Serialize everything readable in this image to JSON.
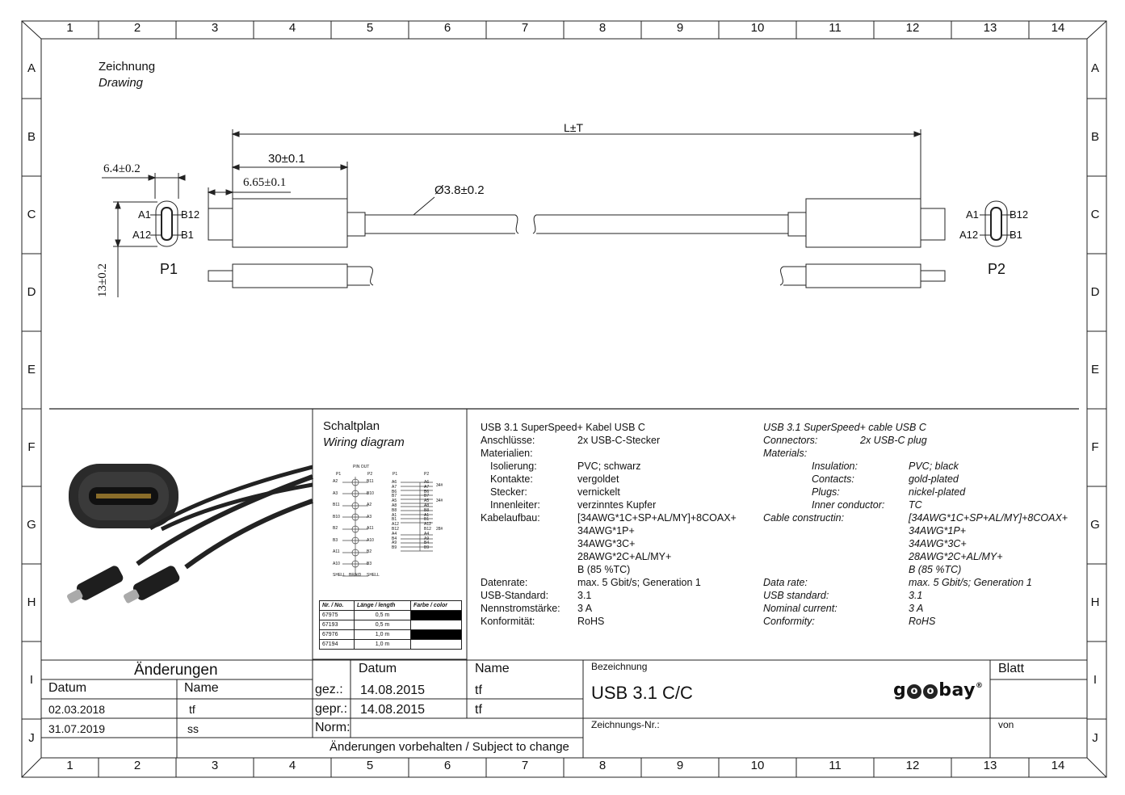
{
  "frame": {
    "columns": [
      "1",
      "2",
      "3",
      "4",
      "5",
      "6",
      "7",
      "8",
      "9",
      "10",
      "11",
      "12",
      "13",
      "14"
    ],
    "rows": [
      "A",
      "B",
      "C",
      "D",
      "E",
      "F",
      "G",
      "H",
      "I",
      "J"
    ]
  },
  "drawing": {
    "title_de": "Zeichnung",
    "title_en": "Drawing",
    "dim_length": "L±T",
    "dim_30": "30±0.1",
    "dim_665": "6.65±0.1",
    "dim_64": "6.4±0.2",
    "dim_13": "13±0.2",
    "dim_dia": "Ø3.8±0.2",
    "pin_a1": "A1",
    "pin_a12": "A12",
    "pin_b12": "B12",
    "pin_b1": "B1",
    "p1": "P1",
    "p2": "P2"
  },
  "wiring": {
    "title_de": "Schaltplan",
    "title_en": "Wiring diagram",
    "pin_out": "PIN OUT",
    "left_p1": "P1",
    "left_p2": "P2",
    "right_p1": "P1",
    "right_p2": "P2",
    "rows": [
      {
        "l": "A2",
        "r": "B11"
      },
      {
        "l": "A3",
        "r": "B10"
      },
      {
        "l": "B11",
        "r": "A2"
      },
      {
        "l": "B10",
        "r": "A3"
      },
      {
        "l": "B2",
        "r": "A11"
      },
      {
        "l": "B3",
        "r": "A10"
      },
      {
        "l": "A11",
        "r": "B2"
      },
      {
        "l": "A10",
        "r": "B3"
      },
      {
        "l": "SHELL",
        "r": "SHELL"
      }
    ],
    "braid": "BRAID",
    "right_pairs": [
      [
        "A6",
        "A6"
      ],
      [
        "A7",
        "A7"
      ],
      [
        "B6",
        "B6"
      ],
      [
        "B7",
        "B7"
      ],
      [
        "A5",
        "A5"
      ],
      [
        "A8",
        "A8"
      ],
      [
        "B8",
        "B8"
      ],
      [
        "A1",
        "A1"
      ],
      [
        "B1",
        "B1"
      ],
      [
        "A12",
        "A12"
      ],
      [
        "B12",
        "B12"
      ],
      [
        "A4",
        "A4"
      ],
      [
        "B4",
        "A9"
      ],
      [
        "A9",
        "B4"
      ],
      [
        "B9",
        "B9"
      ]
    ],
    "right_labels": [
      "34# ",
      "34#",
      "28#"
    ],
    "length_table": {
      "headers": [
        "Nr. / No.",
        "Länge / length",
        "Farbe / color"
      ],
      "rows": [
        {
          "nr": "67975",
          "len": "0,5 m",
          "color": "black"
        },
        {
          "nr": "67193",
          "len": "0,5 m",
          "color": "white"
        },
        {
          "nr": "67976",
          "len": "1,0 m",
          "color": "black"
        },
        {
          "nr": "67194",
          "len": "1,0 m",
          "color": "white"
        }
      ]
    }
  },
  "spec_de": {
    "title": "USB 3.1 SuperSpeed+ Kabel USB C",
    "rows": [
      {
        "k": "Anschlüsse:",
        "v": "2x USB-C-Stecker"
      },
      {
        "k": "Materialien:",
        "v": ""
      },
      {
        "k": "Isolierung:",
        "v": "PVC; schwarz"
      },
      {
        "k": "Kontakte:",
        "v": "vergoldet"
      },
      {
        "k": "Stecker:",
        "v": "vernickelt"
      },
      {
        "k": "Innenleiter:",
        "v": "verzinntes Kupfer"
      },
      {
        "k": "Kabelaufbau:",
        "v": "[34AWG*1C+SP+AL/MY]+8COAX+"
      },
      {
        "k": "",
        "v": "34AWG*1P+"
      },
      {
        "k": "",
        "v": "34AWG*3C+"
      },
      {
        "k": "",
        "v": "28AWG*2C+AL/MY+"
      },
      {
        "k": "",
        "v": "B (85 %TC)"
      },
      {
        "k": "Datenrate:",
        "v": "max. 5 Gbit/s; Generation 1"
      },
      {
        "k": "USB-Standard:",
        "v": "3.1"
      },
      {
        "k": "Nennstromstärke:",
        "v": "3 A"
      },
      {
        "k": "Konformität:",
        "v": "RoHS"
      }
    ]
  },
  "spec_en": {
    "title": "USB 3.1 SuperSpeed+ cable USB C",
    "connectors_k": "Connectors:",
    "connectors_v": "2x USB-C plug",
    "materials": "Materials:",
    "rows": [
      {
        "k": "Insulation:",
        "v": "PVC; black"
      },
      {
        "k": "Contacts:",
        "v": "gold-plated"
      },
      {
        "k": "Plugs:",
        "v": "nickel-plated"
      },
      {
        "k": "Inner conductor:",
        "v": "TC"
      }
    ],
    "cable_k": "Cable constructin:",
    "cable_v": [
      "[34AWG*1C+SP+AL/MY]+8COAX+",
      "34AWG*1P+",
      "34AWG*3C+",
      "28AWG*2C+AL/MY+",
      "B (85 %TC)"
    ],
    "tail": [
      {
        "k": "Data rate:",
        "v": "max. 5 Gbit/s; Generation 1"
      },
      {
        "k": "USB standard:",
        "v": "3.1"
      },
      {
        "k": "Nominal current:",
        "v": "3 A"
      },
      {
        "k": "Conformity:",
        "v": "RoHS"
      }
    ]
  },
  "title_block": {
    "changes": "Änderungen",
    "datum": "Datum",
    "name": "Name",
    "change_rows": [
      {
        "date": "02.03.2018",
        "name": "tf"
      },
      {
        "date": "31.07.2019",
        "name": "ss"
      }
    ],
    "gez": "gez.:",
    "gez_date": "14.08.2015",
    "gez_name": "tf",
    "gepr": "gepr.:",
    "gepr_date": "14.08.2015",
    "gepr_name": "tf",
    "norm": "Norm:",
    "subject": "Änderungen vorbehalten / Subject to change",
    "bezeichnung": "Bezeichnung",
    "product": "USB 3.1 C/C",
    "zeichnungs_nr": "Zeichnungs-Nr.:",
    "blatt": "Blatt",
    "von": "von",
    "logo_g": "g",
    "logo_o1": "o",
    "logo_o2": "o",
    "logo_bay": "bay",
    "logo_reg": "®"
  }
}
